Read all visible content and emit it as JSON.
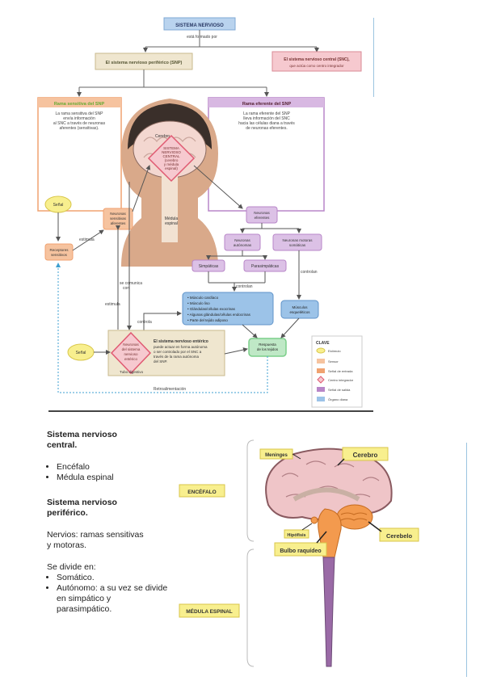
{
  "flowchart": {
    "sistema_nervioso": "SISTEMA NERVIOSO",
    "esta_formado_por": "está formado por",
    "snp": "El sistema nervioso periférico (SNP)",
    "snc_line1": "El sistema nervioso central (SNC),",
    "snc_line2": "que actúa como centro integrador",
    "rama_sensitiva_title": "Rama sensitiva del SNP",
    "rama_sensitiva_desc": [
      "La rama sensitiva del SNP",
      "envía información",
      "al SNC a través de neuronas",
      "aferentes (sensitivas)."
    ],
    "rama_eferente_title": "Rama eferente del SNP",
    "rama_eferente_desc": [
      "La rama eferente del SNP",
      "lleva información del SNC",
      "hacia las células diana a través",
      "de neuronas eferentes."
    ],
    "cerebro": "Cerebro",
    "snc_diamond": [
      "SISTEMA",
      "NERVIOSO",
      "CENTRAL",
      "(cerebro",
      "y médula",
      "espinal)"
    ],
    "medula_espinal": [
      "Médula",
      "espinal"
    ],
    "senal": "Señal",
    "neuronas_sensitivas": [
      "Neuronas",
      "sensitivas",
      "aferentes"
    ],
    "estimula": "estimula",
    "receptores_sensitivos": [
      "Receptores",
      "sensitivos"
    ],
    "neuronas_eferentes": [
      "Neuronas",
      "eferentes"
    ],
    "neuronas_autonomas": [
      "Neuronas",
      "autónomas"
    ],
    "neuronas_motoras": [
      "Neuronas motoras",
      "somáticas"
    ],
    "simpaticas": "Simpáticas",
    "parasimpaticas": "Parasimpáticas",
    "controlan": "controlan",
    "controlan2": "controlan",
    "se_comunica_con": [
      "se comunica",
      "con"
    ],
    "estimula2": "estimula",
    "controla": "controla",
    "tejidos_list": [
      "• Músculo cardíaco",
      "• Músculo liso",
      "• Glándulas/células exocrinas",
      "• Algunas glándulas/células endocrinas",
      "• Parte del tejido adiposo"
    ],
    "musculos_esqueleticos": [
      "Músculos",
      "esqueléticos"
    ],
    "enterico_diamond": [
      "Neuronas",
      "del sistema",
      "nervioso",
      "entérico"
    ],
    "enterico_title": "El sistema nervioso entérico",
    "enterico_desc": [
      "puede actuar en forma autónoma",
      "o ser controlado por el SNC a",
      "través de la rama autónoma",
      "del SNP."
    ],
    "tubo_digestivo": "Tubo digestivo",
    "respuesta_tejidos": [
      "Respuesta",
      "de los tejidos"
    ],
    "retroalimentacion": "Retroalimentación",
    "clave_title": "CLAVE",
    "clave_items": [
      "Estímulo",
      "Sensor",
      "Señal de entrada",
      "Centro integrador",
      "Señal de salida",
      "Órgano diana"
    ]
  },
  "notes": {
    "snc_title": [
      "Sistema nervioso",
      "central."
    ],
    "snc_items": [
      "Encéfalo",
      "Médula espinal"
    ],
    "snp_title": [
      "Sistema nervioso",
      "periférico."
    ],
    "nervios": [
      "Nervios: ramas sensitivas",
      "y motoras."
    ],
    "se_divide": "Se divide en:",
    "snp_items": [
      "Somático.",
      "Autónomo: a su vez se divide en simpático y parasimpático."
    ]
  },
  "brain_figure": {
    "meninges": "Meninges",
    "cerebro": "Cerebro",
    "encefalo": "ENCÉFALO",
    "hipofisis": "Hipófisis",
    "cerebelo": "Cerebelo",
    "bulbo_raquideo": "Bulbo raquídeo",
    "medula_espinal": "MÉDULA ESPINAL"
  },
  "colors": {
    "title_blue": "#b9d3ee",
    "snp_tan": "#efe6cf",
    "snc_pink": "#f6c9cf",
    "sensitive_orange": "#f0a270",
    "efferent_purple": "#b886c8",
    "integrator_red": "#e05a72",
    "target_blue": "#9cc3e8",
    "stimulus_yellow": "#f8ef8e",
    "response_green": "#7ccf8a",
    "feedback_dotted": "#3d9fd0",
    "label_yellow": "#f8ef8e",
    "brain_pink": "#efc5c8",
    "brainstem_orange": "#f39a4e"
  }
}
